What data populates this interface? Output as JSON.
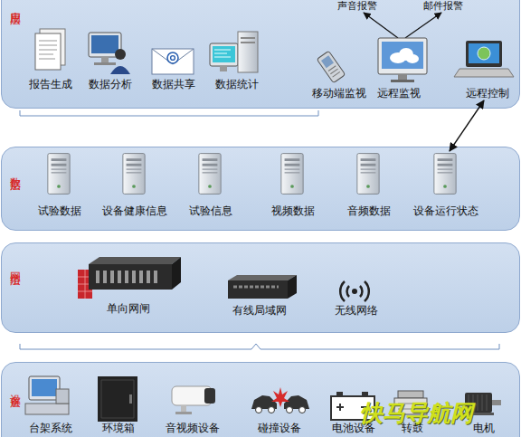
{
  "diagram": {
    "nodes": [
      {
        "text": [
          "应用层"
        ]
      },
      {
        "text": [
          "报告生成"
        ],
        "in": 0
      },
      {
        "text": [
          "数据分析"
        ],
        "in": 0
      },
      {
        "text": [
          "数据共享"
        ],
        "in": 0
      },
      {
        "text": [
          "数据统计"
        ],
        "in": 0
      },
      {
        "text": [
          "移动端监视"
        ],
        "in": 0
      },
      {
        "text": [
          "远程监视"
        ],
        "in": 0
      },
      {
        "text": [
          "远程控制"
        ],
        "in": 0
      },
      {
        "text": [
          "数据层"
        ]
      },
      {
        "text": [
          "试验数据"
        ],
        "in": 8
      },
      {
        "text": [
          "设备健康信息"
        ],
        "in": 8
      },
      {
        "text": [
          "试验信息"
        ],
        "in": 8
      },
      {
        "text": [
          "视频数据"
        ],
        "in": 8
      },
      {
        "text": [
          "音频数据"
        ],
        "in": 8
      },
      {
        "text": [
          "设备运行状态"
        ],
        "in": 8
      },
      {
        "text": [
          "网络层"
        ]
      },
      {
        "text": [
          "单向网闸"
        ],
        "in": 15
      },
      {
        "text": [
          "有线局域网"
        ],
        "in": 15
      },
      {
        "text": [
          "无线网络"
        ],
        "in": 15
      },
      {
        "text": [
          "设备层"
        ]
      },
      {
        "text": [
          "台架系统"
        ],
        "in": 19
      },
      {
        "text": [
          "环境箱"
        ],
        "in": 19
      },
      {
        "text": [
          "音视频设备"
        ],
        "in": 19
      },
      {
        "text": [
          "碰撞设备"
        ],
        "in": 19
      },
      {
        "text": [
          "电池设备"
        ],
        "in": 19
      },
      {
        "text": [
          "转鼓"
        ],
        "in": 19
      },
      {
        "text": [
          "电机"
        ],
        "in": 19
      }
    ],
    "edges": [
      {
        "from": 7,
        "to": 14,
        "arrow": "both"
      }
    ],
    "labels": [
      "声音报警",
      "邮件报警",
      "快马导航网"
    ]
  }
}
